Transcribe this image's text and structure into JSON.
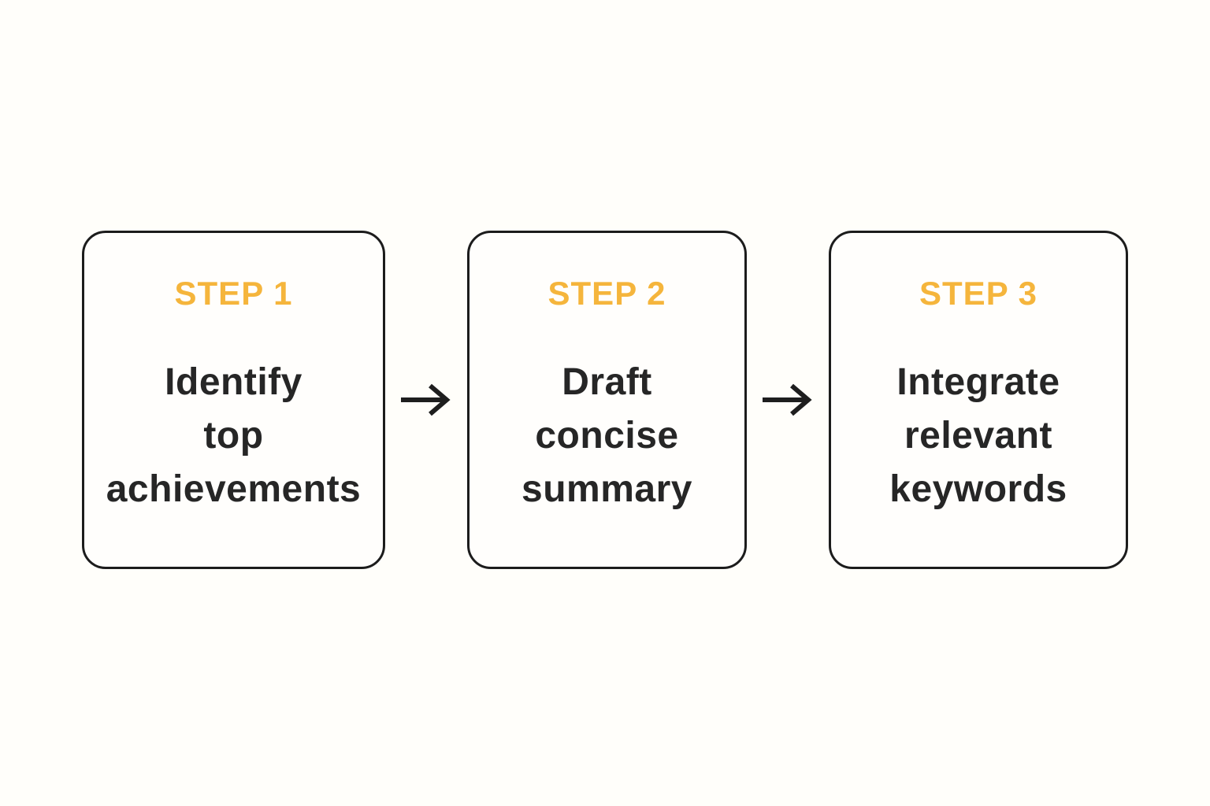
{
  "colors": {
    "background": "#FFFEFA",
    "card_background": "#FFFEFC",
    "card_border": "#1C1C1C",
    "accent": "#F5B53C",
    "text": "#262626",
    "arrow": "#1E1E1E"
  },
  "steps": [
    {
      "label": "STEP 1",
      "lines": [
        "Identify",
        "top",
        "achievements"
      ]
    },
    {
      "label": "STEP 2",
      "lines": [
        "Draft",
        "concise",
        "summary"
      ]
    },
    {
      "label": "STEP 3",
      "lines": [
        "Integrate",
        "relevant",
        "keywords"
      ]
    }
  ],
  "icons": {
    "arrow_right": "→"
  }
}
